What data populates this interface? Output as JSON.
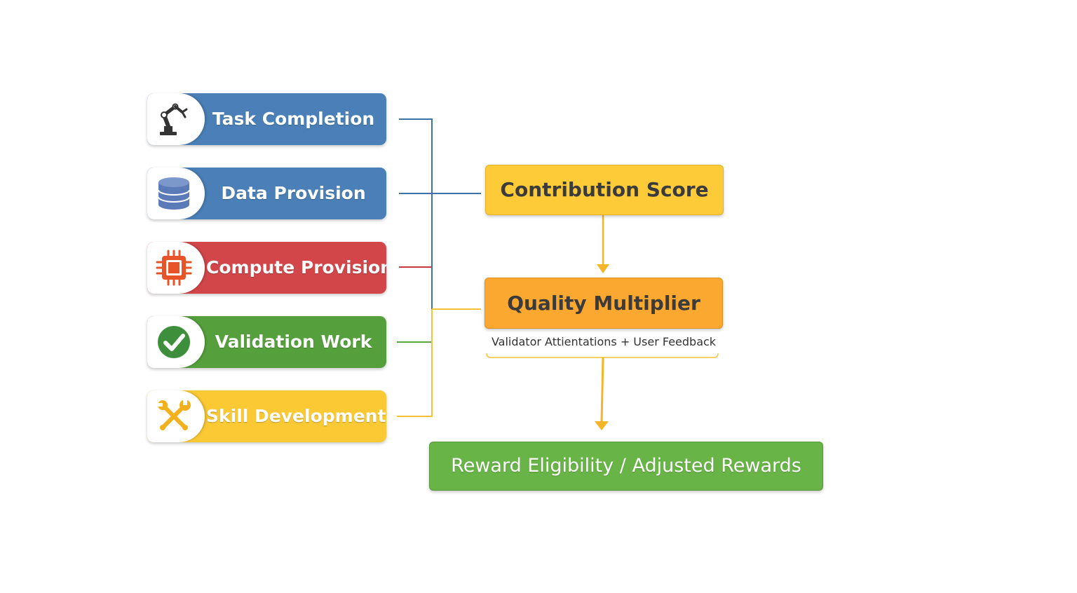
{
  "sources": [
    {
      "label": "Task Completion",
      "color": "#4a80b7",
      "icon": "robot-arm-icon",
      "wire": "#3e71a6"
    },
    {
      "label": "Data Provision",
      "color": "#4a80b7",
      "icon": "database-icon",
      "wire": "#3e71a6"
    },
    {
      "label": "Compute Provision",
      "color": "#d2464a",
      "icon": "cpu-chip-icon",
      "wire": "#c7383c"
    },
    {
      "label": "Validation Work",
      "color": "#55a03c",
      "icon": "check-circle-icon",
      "wire": "#5aa642"
    },
    {
      "label": "Skill Development",
      "color": "#fbc934",
      "icon": "tools-icon",
      "wire": "#f5c238"
    }
  ],
  "contribution_score": {
    "label": "Contribution Score"
  },
  "quality_multiplier": {
    "label": "Quality Multiplier",
    "note": "Validator Attientations + User Feedback"
  },
  "reward": {
    "label": "Reward Eligibility / Adjusted Rewards"
  },
  "colors": {
    "arrow": "#f5b52a",
    "trunk": "#3e71a6"
  }
}
